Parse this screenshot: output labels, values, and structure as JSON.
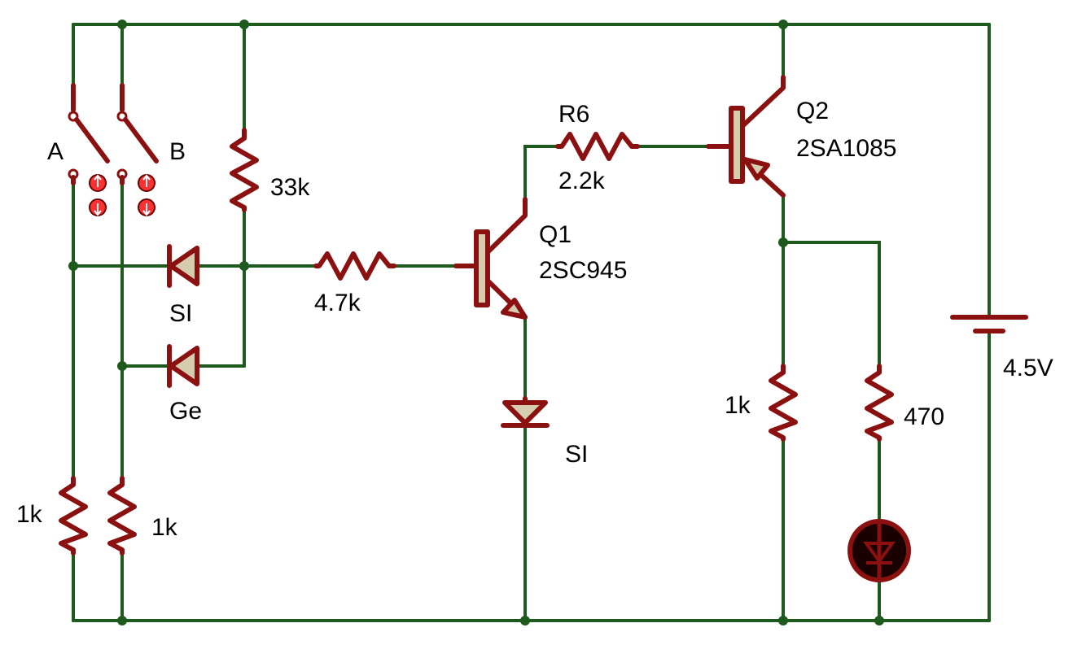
{
  "colors": {
    "wire": "#1e5a1e",
    "component": "#8b1010",
    "body_fill": "#d6cdb0",
    "label": "#000000",
    "background": "#ffffff"
  },
  "labels": {
    "switch_a": "A",
    "switch_b": "B",
    "r_33k": "33k",
    "diode_si_1": "SI",
    "diode_ge": "Ge",
    "r_47k": "4.7k",
    "q1_name": "Q1",
    "q1_part": "2SC945",
    "diode_si_2": "SI",
    "r6_name": "R6",
    "r6_value": "2.2k",
    "q2_name": "Q2",
    "q2_part": "2SA1085",
    "r_1k_collector": "1k",
    "r_470": "470",
    "battery": "4.5V",
    "r_1k_a": "1k",
    "r_1k_b": "1k"
  }
}
